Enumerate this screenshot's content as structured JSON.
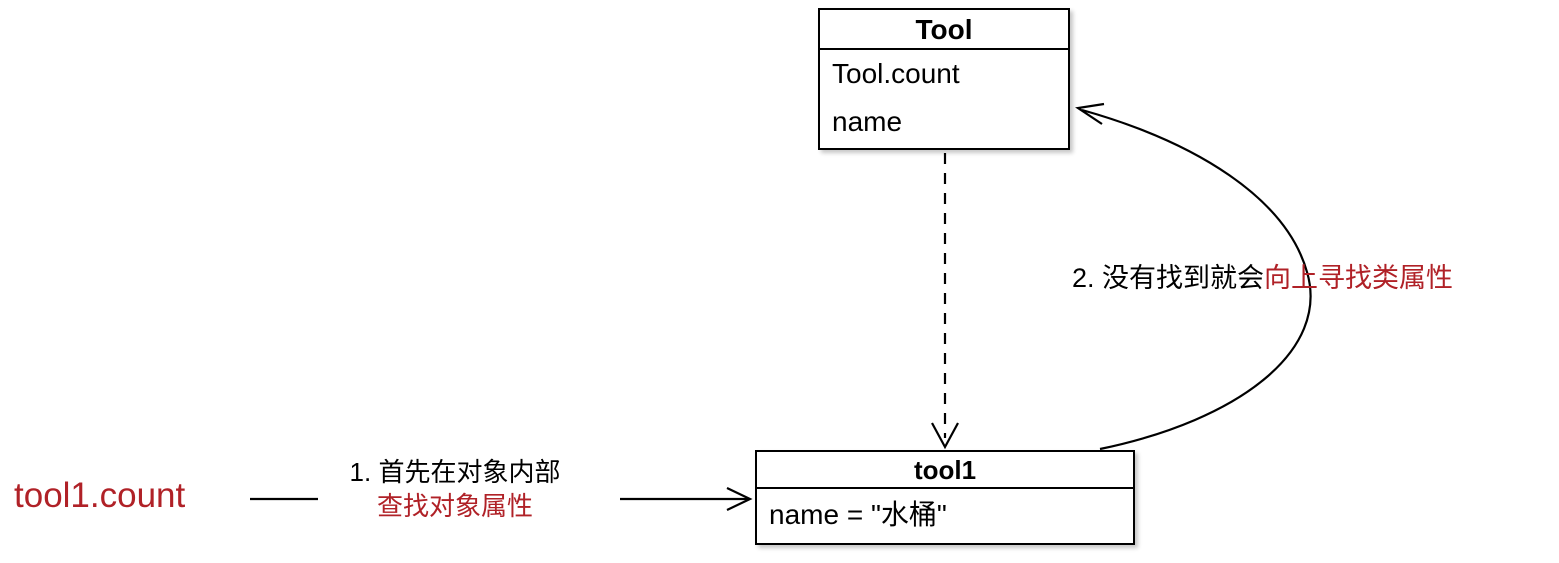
{
  "colors": {
    "accent": "#b02127",
    "line": "#000000",
    "background": "#ffffff"
  },
  "expression": "tool1.count",
  "class_box": {
    "title": "Tool",
    "attributes": [
      "Tool.count",
      "name"
    ]
  },
  "instance_box": {
    "title": "tool1",
    "attributes": [
      "name = \"水桶\""
    ]
  },
  "step1": {
    "line1": "1. 首先在对象内部",
    "line2": "查找对象属性"
  },
  "step2": {
    "prefix": "2. 没有找到就会",
    "highlight": "向上寻找类属性"
  }
}
